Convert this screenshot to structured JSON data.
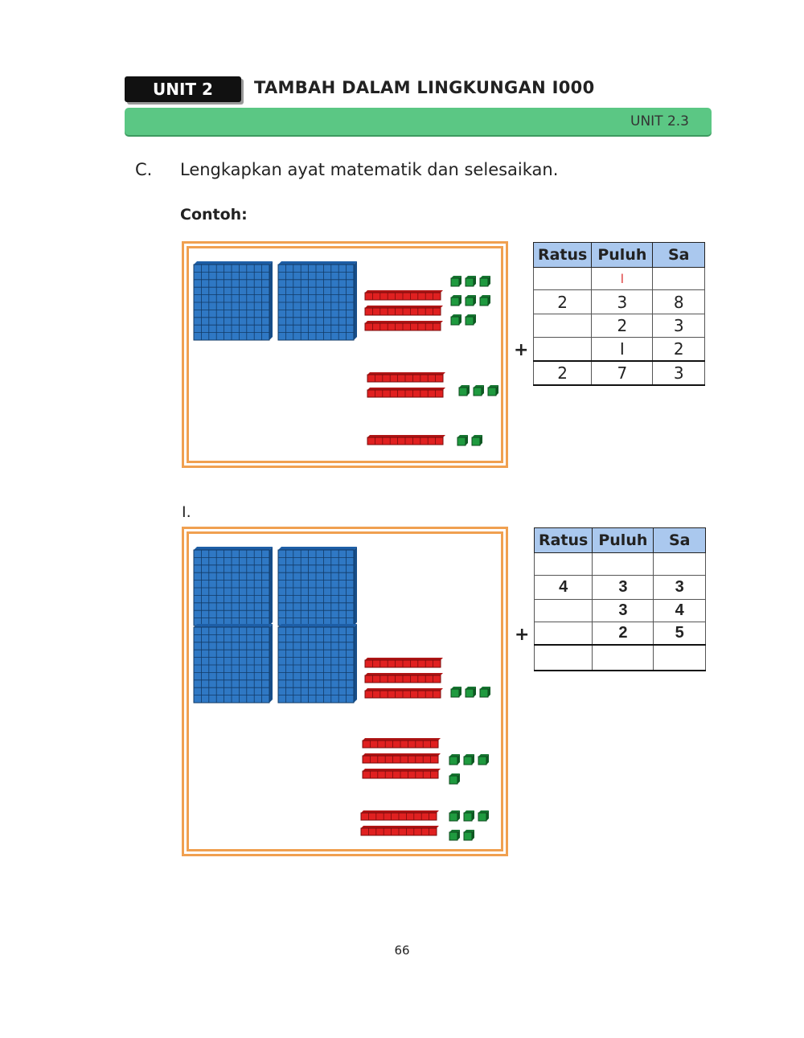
{
  "header": {
    "unit_label": "UNIT 2",
    "unit_title": "TAMBAH DALAM LINGKUNGAN I000",
    "subunit": "UNIT 2.3"
  },
  "section": {
    "letter": "C.",
    "instruction": "Lengkapkan ayat matematik dan selesaikan."
  },
  "example": {
    "label": "Contoh:",
    "table": {
      "headers": [
        "Ratus",
        "Puluh",
        "Sa"
      ],
      "carry": [
        "",
        "I",
        ""
      ],
      "rows": [
        [
          "2",
          "3",
          "8"
        ],
        [
          "",
          "2",
          "3"
        ],
        [
          "",
          "I",
          "2"
        ]
      ],
      "sum": [
        "2",
        "7",
        "3"
      ],
      "operator": "+"
    },
    "blocks": {
      "groups": [
        {
          "hundreds": 2,
          "tens": 3,
          "ones": 8
        },
        {
          "hundreds": 0,
          "tens": 2,
          "ones": 3
        },
        {
          "hundreds": 0,
          "tens": 1,
          "ones": 2
        }
      ],
      "colors": {
        "hundreds": "#2f78c4",
        "tens": "#e02020",
        "ones": "#1f9a3f"
      }
    }
  },
  "question1": {
    "label": "I.",
    "table": {
      "headers": [
        "Ratus",
        "Puluh",
        "Sa"
      ],
      "carry": [
        "",
        "",
        ""
      ],
      "rows": [
        [
          "4",
          "3",
          "3"
        ],
        [
          "",
          "3",
          "4"
        ],
        [
          "",
          "2",
          "5"
        ]
      ],
      "sum": [
        "",
        "",
        ""
      ],
      "operator": "+"
    },
    "blocks": {
      "groups": [
        {
          "hundreds": 4,
          "tens": 3,
          "ones": 3
        },
        {
          "hundreds": 0,
          "tens": 3,
          "ones": 4
        },
        {
          "hundreds": 0,
          "tens": 2,
          "ones": 5
        }
      ]
    }
  },
  "page_number": "66"
}
